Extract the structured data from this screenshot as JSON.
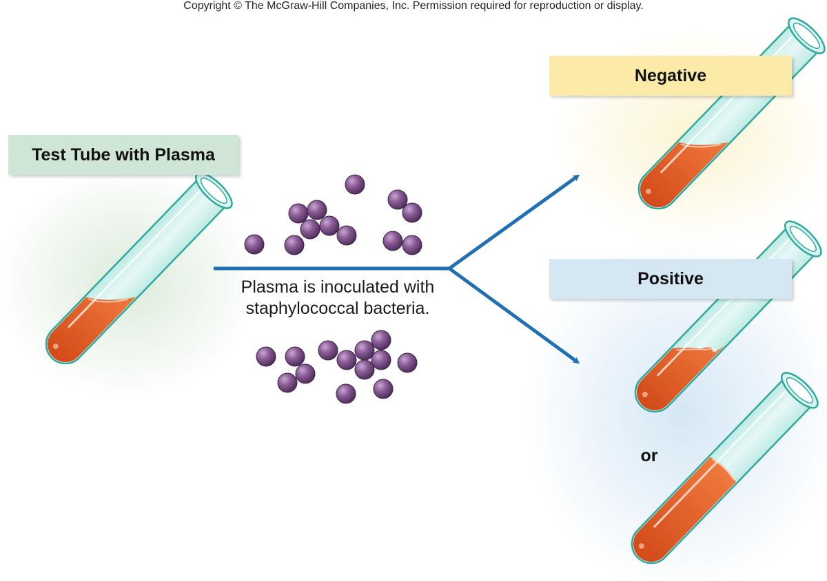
{
  "copyright": "Copyright © The McGraw-Hill Companies, Inc. Permission required for reproduction or display.",
  "labels": {
    "source": "Test Tube with Plasma",
    "negative": "Negative",
    "positive": "Positive",
    "or": "or"
  },
  "caption": {
    "line1": "Plasma is inoculated with",
    "line2": "staphylococcal bacteria."
  },
  "colors": {
    "arrow": "#1f6fb5",
    "bacteria": "#7a4f85",
    "plasma": "#e8602a",
    "tube_edge": "#2fa89c",
    "tube_glass": "#d4f1ef",
    "source_label": "#cfe5d6",
    "negative_label": "#fbeaa8",
    "positive_label": "#d5e7f3"
  }
}
